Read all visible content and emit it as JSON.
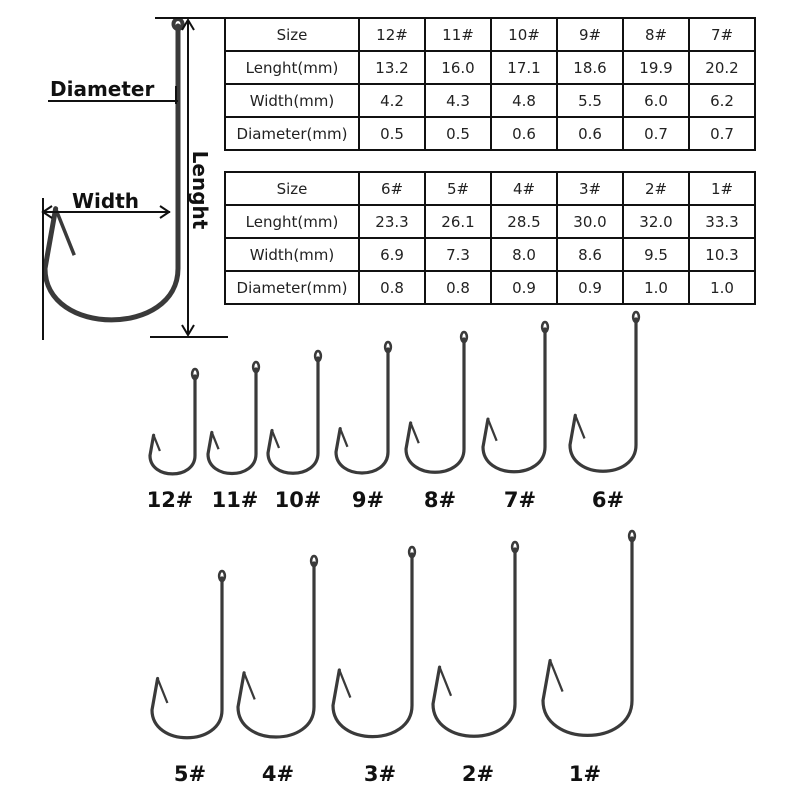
{
  "diagram": {
    "diameter_label": "Diameter",
    "width_label": "Width",
    "length_label": "Lenght"
  },
  "tables": [
    {
      "rows": [
        [
          "Size",
          "12#",
          "11#",
          "10#",
          "9#",
          "8#",
          "7#"
        ],
        [
          "Lenght(mm)",
          "13.2",
          "16.0",
          "17.1",
          "18.6",
          "19.9",
          "20.2"
        ],
        [
          "Width(mm)",
          "4.2",
          "4.3",
          "4.8",
          "5.5",
          "6.0",
          "6.2"
        ],
        [
          "Diameter(mm)",
          "0.5",
          "0.5",
          "0.6",
          "0.6",
          "0.7",
          "0.7"
        ]
      ]
    },
    {
      "rows": [
        [
          "Size",
          "6#",
          "5#",
          "4#",
          "3#",
          "2#",
          "1#"
        ],
        [
          "Lenght(mm)",
          "23.3",
          "26.1",
          "28.5",
          "30.0",
          "32.0",
          "33.3"
        ],
        [
          "Width(mm)",
          "6.9",
          "7.3",
          "8.0",
          "8.6",
          "9.5",
          "10.3"
        ],
        [
          "Diameter(mm)",
          "0.8",
          "0.8",
          "0.9",
          "0.9",
          "1.0",
          "1.0"
        ]
      ]
    }
  ],
  "hook_sizes": [
    "12#",
    "11#",
    "10#",
    "9#",
    "8#",
    "7#",
    "6#",
    "5#",
    "4#",
    "3#",
    "2#",
    "1#"
  ],
  "colors": {
    "hook": "#3a3a3a",
    "line": "#111111"
  }
}
